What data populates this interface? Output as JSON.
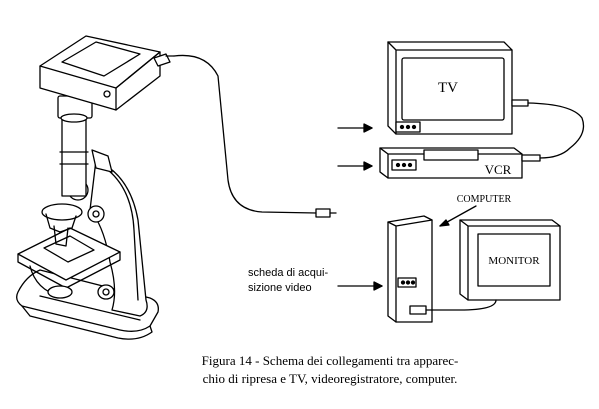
{
  "labels": {
    "tv": "TV",
    "vcr": "VCR",
    "computer": "COMPUTER",
    "monitor": "MONITOR",
    "capture_line1": "scheda di acqui-",
    "capture_line2": "sizione video"
  },
  "caption": {
    "line1": "Figura 14 - Schema dei collegamenti tra apparec-",
    "line2": "chio di ripresa e TV, videoregistratore, computer."
  }
}
